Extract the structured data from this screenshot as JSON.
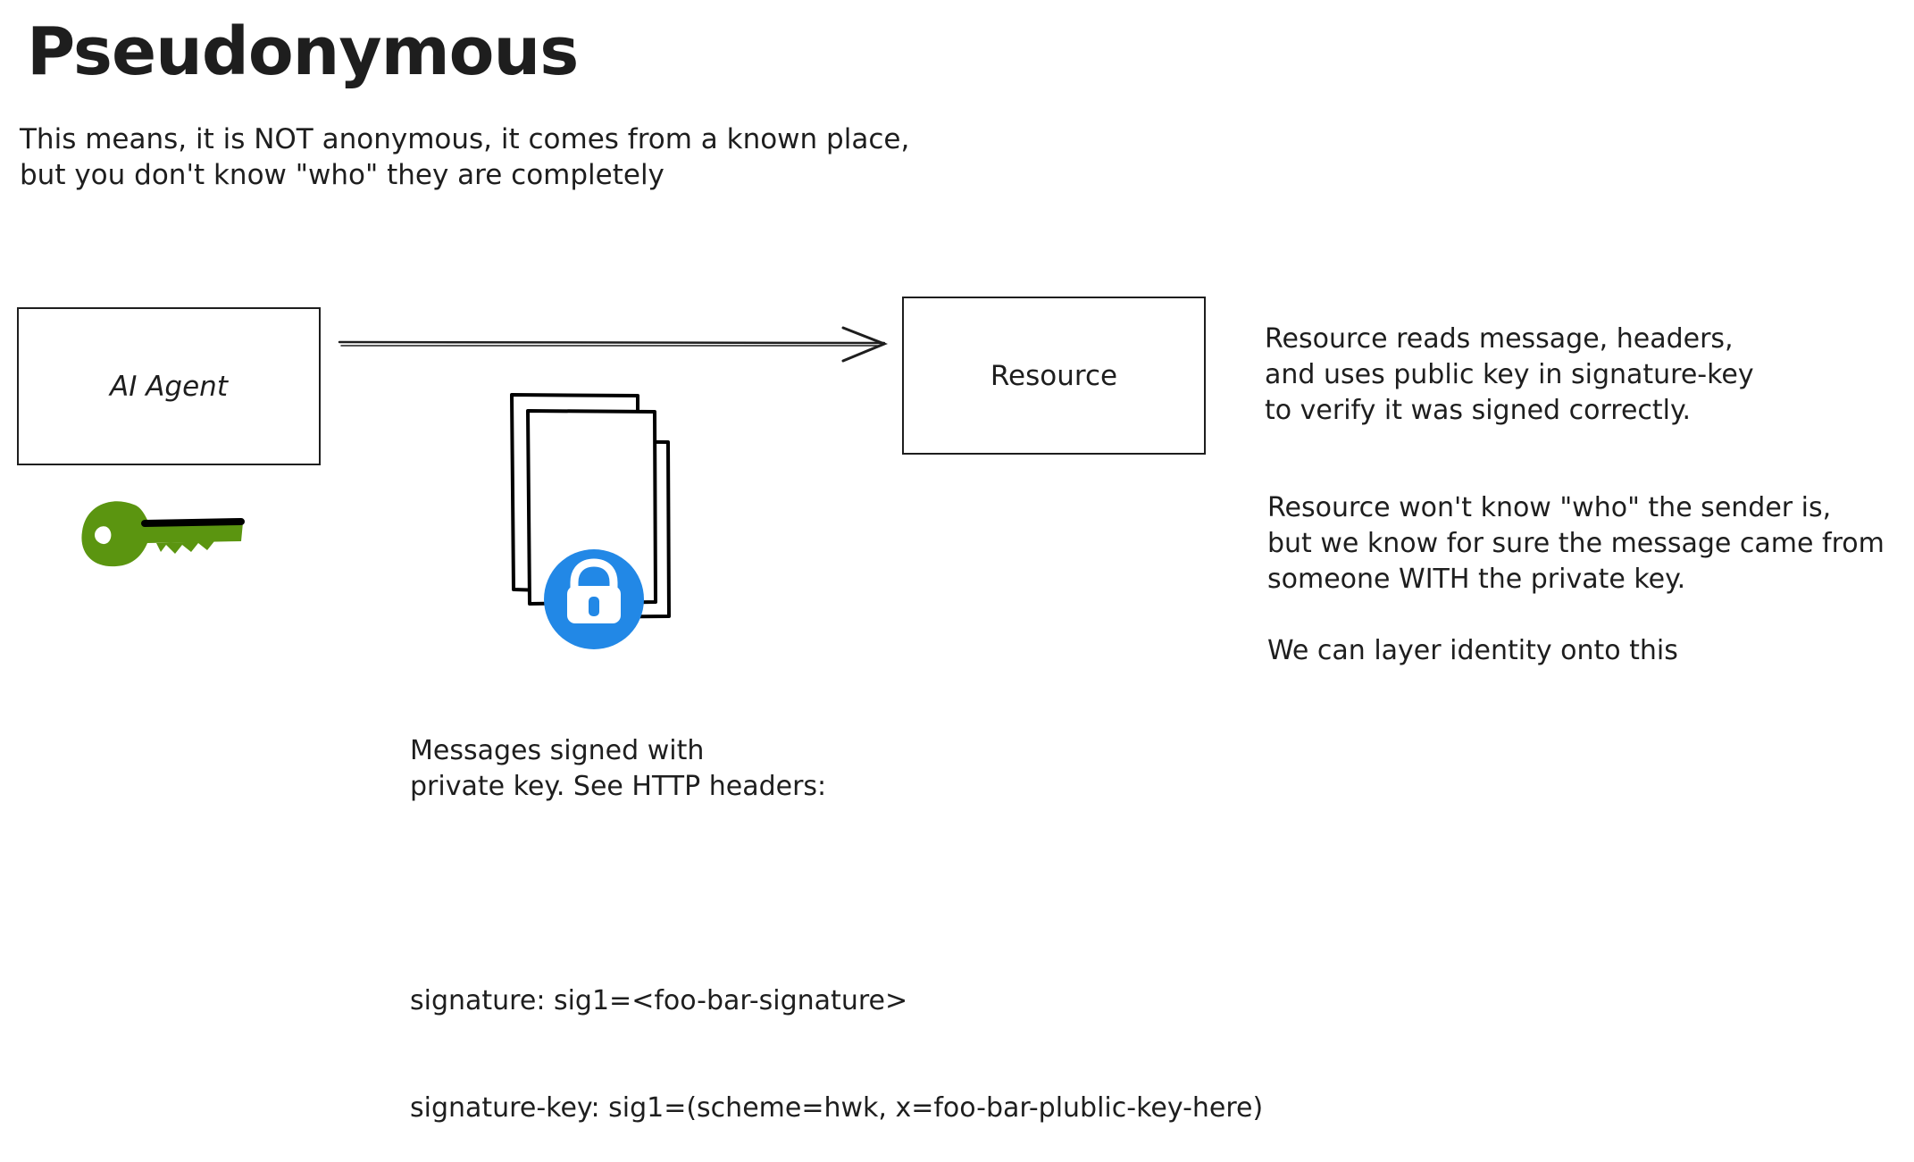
{
  "title": "Pseudonymous",
  "subtitle": "This means, it is NOT anonymous, it comes from a known place,\nbut you don't know \"who\" they are completely",
  "nodes": {
    "agent": {
      "label": "AI Agent"
    },
    "resource": {
      "label": "Resource"
    }
  },
  "notes": {
    "verify": "Resource reads message, headers,\nand uses public key in signature-key\nto verify it was signed correctly.",
    "anonymity": "Resource won't know \"who\" the sender is,\nbut we know for sure the message came from\nsomeone WITH the private key.",
    "identity": "We can layer identity onto this"
  },
  "messages": {
    "caption": "Messages signed with\nprivate key. See HTTP headers:",
    "headers": [
      "signature: sig1=<foo-bar-signature>",
      "signature-key: sig1=(scheme=hwk, x=foo-bar-plublic-key-here)"
    ]
  },
  "icons": {
    "key": "key-icon",
    "documents": "documents-icon",
    "lock": "lock-icon"
  },
  "colors": {
    "stroke": "#1e1e1e",
    "key_green": "#5b9510",
    "lock_blue": "#2288e6"
  }
}
